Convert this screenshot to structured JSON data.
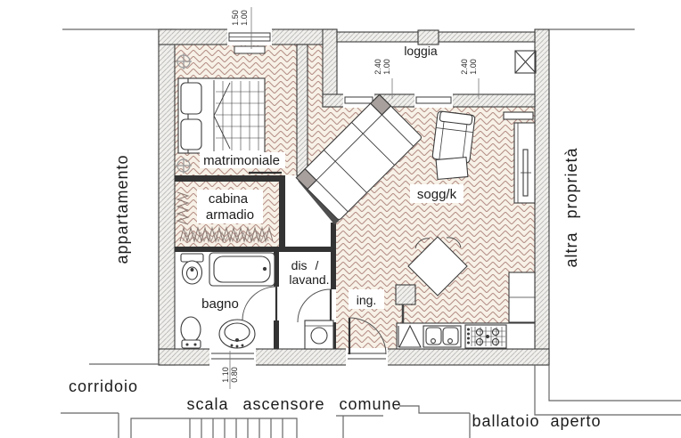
{
  "labels": {
    "appartamento": "appartamento",
    "altra_proprieta": "altra proprietà",
    "corridoio": "corridoio",
    "scala_ascensore": "scala ascensore comune",
    "ballatoio": "ballatoio aperto",
    "loggia": "loggia",
    "matrimoniale": "matrimoniale",
    "cabina_line1": "cabina",
    "cabina_line2": "armadio",
    "bagno": "bagno",
    "dis_line1": "dis /",
    "dis_line2": "lavand.",
    "ingresso": "ing.",
    "soggiorno": "sogg/k"
  },
  "dims": {
    "top_window": {
      "w": "1.00",
      "h": "1.50"
    },
    "loggia_door_left": {
      "w": "1.00",
      "h": "2.40"
    },
    "loggia_door_right": {
      "w": "1.00",
      "h": "2.40"
    },
    "bottom_window": {
      "w": "0.80",
      "h": "1.10"
    }
  },
  "colors": {
    "floor_line": "#b48d85",
    "floor_bg": "#f7f1e7",
    "wall_fill": "#f0efec",
    "wall_hatch": "#ababab",
    "outline": "#3b3b3b",
    "context_line": "#666666"
  }
}
